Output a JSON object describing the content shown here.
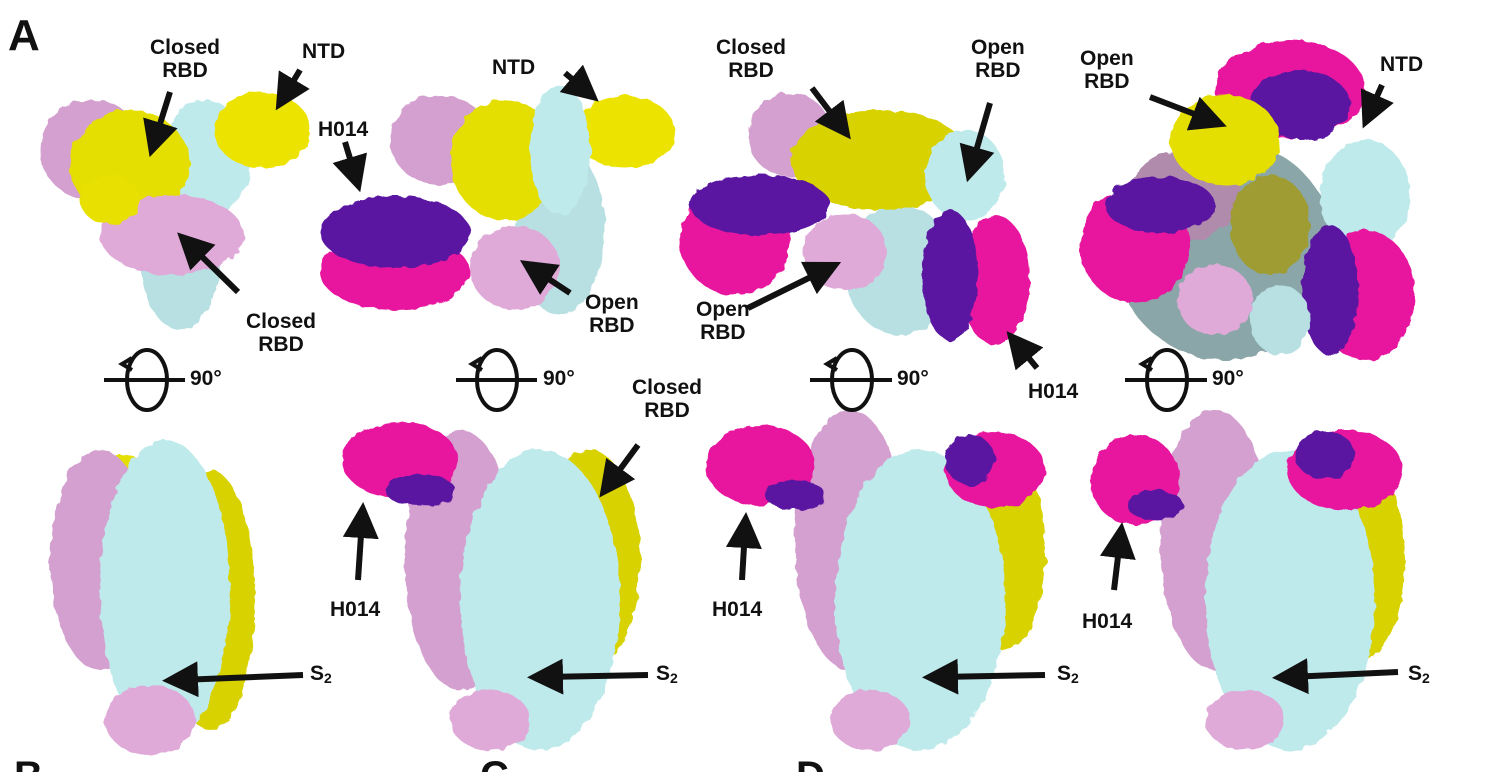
{
  "figure": {
    "panel_letter": "A",
    "rotation_label": "90°",
    "colors": {
      "yellow_protomer": "#e8e000",
      "pink_protomer": "#dfa9d8",
      "cyan_protomer": "#bfeaec",
      "heavy_chain": "#e8179f",
      "light_chain": "#5a14a0"
    },
    "columns": [
      {
        "top_labels": {
          "closed_rbd_a": "Closed\nRBD",
          "ntd": "NTD",
          "closed_rbd_b": "Closed\nRBD"
        },
        "bottom_labels": {
          "s2_main": "S",
          "s2_sub": "2"
        }
      },
      {
        "top_labels": {
          "ntd": "NTD",
          "h014": "H014",
          "open_rbd": "Open\nRBD"
        },
        "bottom_labels": {
          "closed_rbd": "Closed\nRBD",
          "h014": "H014",
          "s2_main": "S",
          "s2_sub": "2"
        }
      },
      {
        "top_labels": {
          "closed_rbd": "Closed\nRBD",
          "open_rbd_a": "Open\nRBD",
          "open_rbd_b": "Open\nRBD",
          "h014": "H014"
        },
        "bottom_labels": {
          "h014": "H014",
          "s2_main": "S",
          "s2_sub": "2"
        }
      },
      {
        "top_labels": {
          "open_rbd": "Open\nRBD",
          "ntd": "NTD"
        },
        "bottom_labels": {
          "h014": "H014",
          "s2_main": "S",
          "s2_sub": "2"
        }
      }
    ],
    "next_panel_letters": [
      "B",
      "C",
      "D"
    ]
  }
}
